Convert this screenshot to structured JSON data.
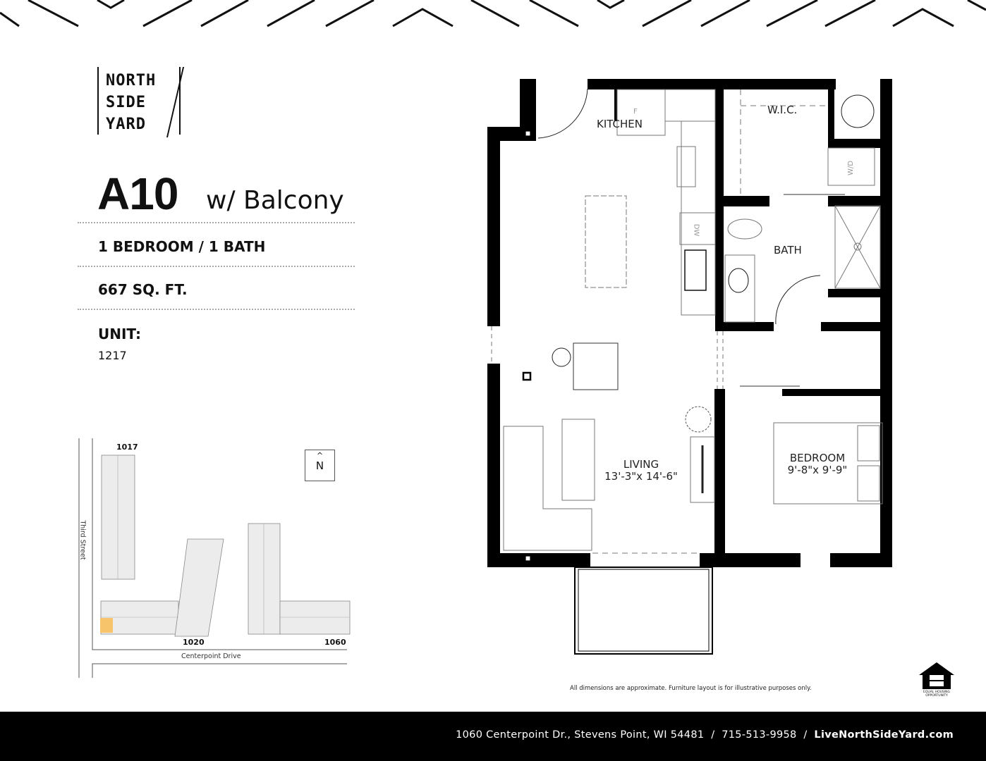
{
  "brand": {
    "logo_lines": [
      "NORTH",
      "SIDE",
      "YARD"
    ]
  },
  "plan": {
    "name": "A10",
    "variant": "w/ Balcony",
    "bed_bath": "1 BEDROOM / 1 BATH",
    "area": "667 SQ. FT.",
    "unit_label": "UNIT:",
    "unit_value": "1217"
  },
  "rooms": {
    "kitchen": "KITCHEN",
    "fridge": "F",
    "dishwasher": "DW",
    "washer_dryer": "W/D",
    "wic": "W.I.C.",
    "bath": "BATH",
    "living": "LIVING",
    "living_dims": "13'-3\"x 14'-6\"",
    "bedroom": "BEDROOM",
    "bedroom_dims": "9'-8\"x 9'-9\""
  },
  "site_map": {
    "buildings": [
      "1017",
      "1020",
      "1060"
    ],
    "streets": [
      "Third Street",
      "Centerpoint Drive"
    ],
    "north_label": "N",
    "north_arrow": "^",
    "highlight_color": "#f7c46c"
  },
  "disclaimer": "All dimensions are approximate. Furniture layout is for illustrative purposes only.",
  "eho": {
    "icon": "equal-housing-house-icon",
    "text": "EQUAL HOUSING OPPORTUNITY"
  },
  "footer": {
    "address": "1060 Centerpoint Dr., Stevens Point, WI 54481",
    "sep": "/",
    "phone": "715-513-9958",
    "website": "LiveNorthSideYard.com"
  },
  "colors": {
    "footer_bg": "#000000",
    "wall": "#000000",
    "furniture": "#888888"
  }
}
